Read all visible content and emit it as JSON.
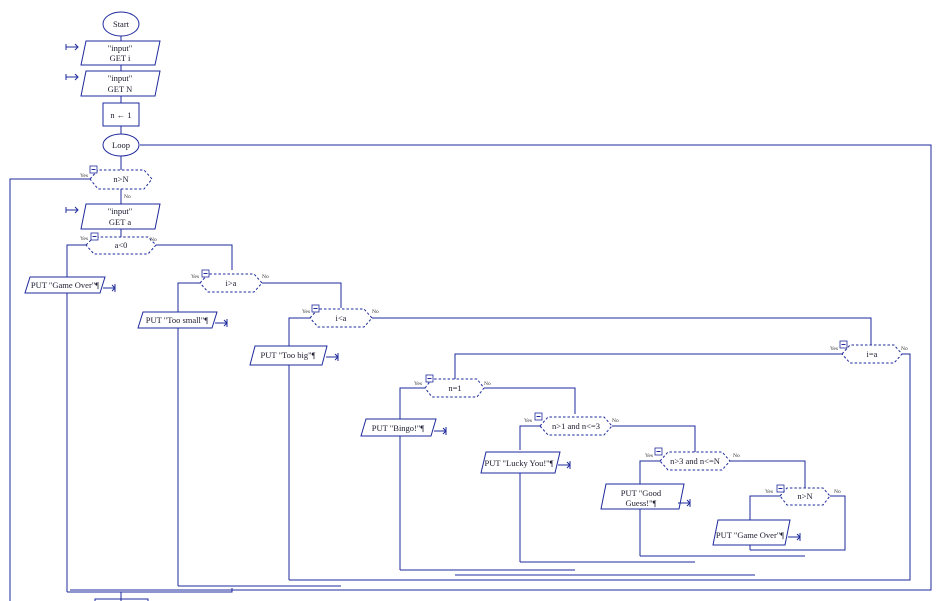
{
  "colors": {
    "line": "#1e2a9c",
    "background": "#ffffff"
  },
  "nodes": {
    "start": "Start",
    "get_i_1": "\"input\"",
    "get_i_2": "GET i",
    "get_n_1": "\"input\"",
    "get_n_2": "GET N",
    "assign_n": "n ← 1",
    "loop": "Loop",
    "cond_exit": "n>N",
    "get_a_1": "\"input\"",
    "get_a_2": "GET a",
    "cond_a0": "a<0",
    "put_game_over_1": "PUT \"Game Over\"¶",
    "cond_i_gt_a": "i>a",
    "put_too_small": "PUT \"Too small\"¶",
    "cond_i_lt_a": "i<a",
    "put_too_big": "PUT \"Too big\"¶",
    "cond_i_eq_a": "i=a",
    "cond_n1": "n=1",
    "put_bingo": "PUT \"Bingo!\"¶",
    "cond_n_1_3": "n>1 and n<=3",
    "put_lucky": "PUT \"Lucky You!\"¶",
    "cond_n_3_N": "n>3 and n<=N",
    "put_good_1": "PUT \"Good",
    "put_good_2": "Guess!\"¶",
    "cond_n_gt_N": "n>N",
    "put_game_over_2": "PUT \"Game Over\"¶"
  },
  "branch_labels": {
    "yes": "Yes",
    "no": "No"
  }
}
